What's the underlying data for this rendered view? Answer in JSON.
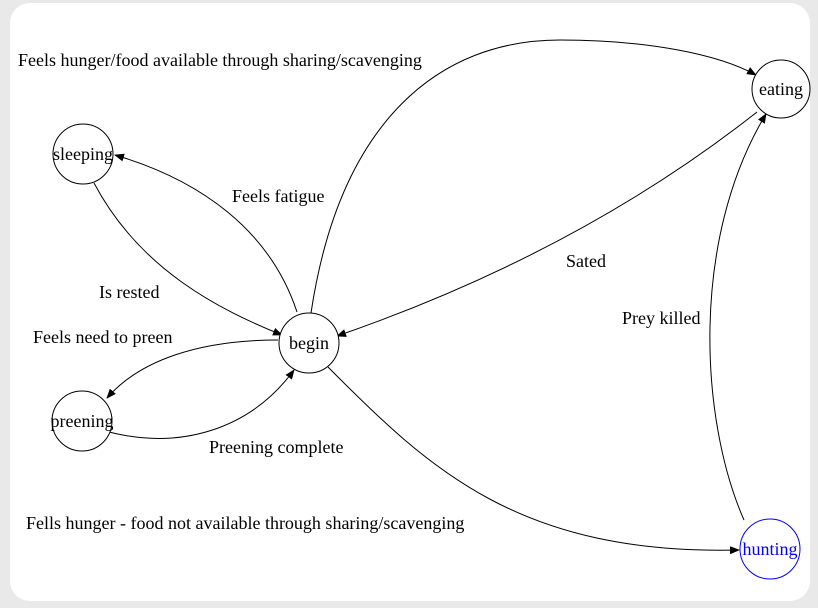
{
  "nodes": {
    "begin": {
      "label": "begin",
      "color": "#000000"
    },
    "sleeping": {
      "label": "sleeping",
      "color": "#000000"
    },
    "preening": {
      "label": "preening",
      "color": "#000000"
    },
    "eating": {
      "label": "eating",
      "color": "#000000"
    },
    "hunting": {
      "label": "hunting",
      "color": "#0000ff"
    }
  },
  "edges": {
    "fatigue": {
      "label": "Feels fatigue"
    },
    "rested": {
      "label": "Is rested"
    },
    "need_preen": {
      "label": "Feels need to preen"
    },
    "preen_done": {
      "label": "Preening complete"
    },
    "hunger_sharing": {
      "label": "Feels hunger/food available through sharing/scavenging"
    },
    "sated": {
      "label": "Sated"
    },
    "prey_killed": {
      "label": "Prey killed"
    },
    "hunger_no_food": {
      "label": "Fells hunger - food not available through sharing/scavenging"
    }
  }
}
